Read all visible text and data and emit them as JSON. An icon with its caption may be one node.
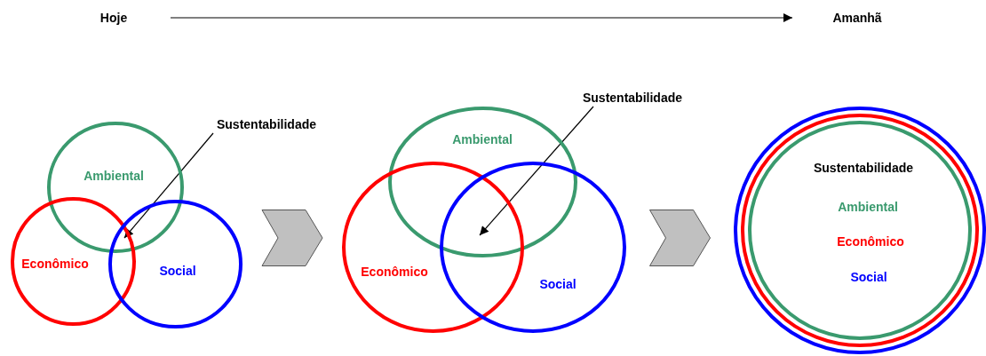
{
  "diagram": {
    "nodes": [
      {
        "text": [
          "Hoje"
        ]
      },
      {
        "text": [
          "Amanhã"
        ]
      },
      {
        "text": [
          "Sustentabilidade"
        ]
      },
      {
        "text": [
          "Ambiental"
        ]
      },
      {
        "text": [
          "Econômico"
        ]
      },
      {
        "text": [
          "Social"
        ]
      },
      {
        "text": [
          "Sustentabilidade"
        ]
      },
      {
        "text": [
          "Ambiental"
        ]
      },
      {
        "text": [
          "Econômico"
        ]
      },
      {
        "text": [
          "Social"
        ]
      },
      {
        "text": [],
        "shape": "circle"
      },
      {
        "text": [],
        "shape": "circle",
        "in": 10
      },
      {
        "text": [
          "Sustentabilidade",
          "Ambiental",
          "Econômico",
          "Social"
        ],
        "in": 11
      }
    ],
    "edges": [
      {
        "from": 0,
        "to": 1,
        "arrow": "to"
      },
      {
        "from": 2,
        "to": 4,
        "arrow": "to"
      },
      {
        "from": 6,
        "to": 7,
        "arrow": "to"
      },
      {
        "from": 5,
        "to": 8,
        "arrow": "to",
        "style": "thick"
      },
      {
        "from": 9,
        "to": 10,
        "arrow": "to",
        "style": "thick"
      }
    ]
  }
}
